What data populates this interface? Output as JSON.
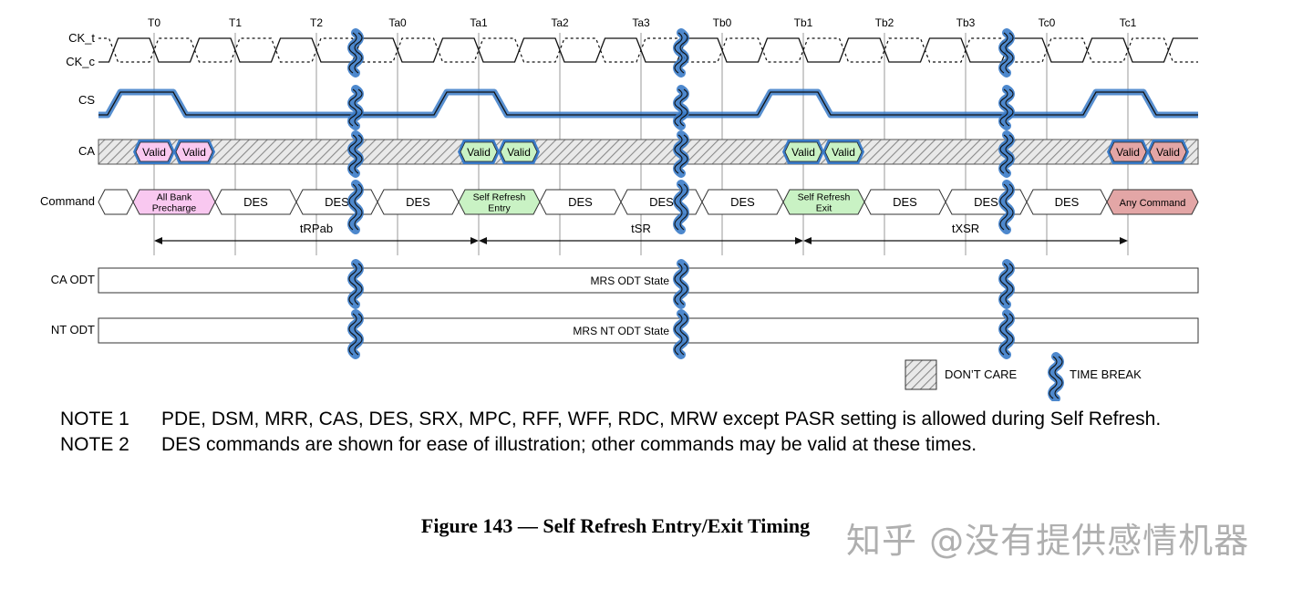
{
  "clock_labels": [
    "T0",
    "T1",
    "T2",
    "Ta0",
    "Ta1",
    "Ta2",
    "Ta3",
    "Tb0",
    "Tb1",
    "Tb2",
    "Tb3",
    "Tc0",
    "Tc1"
  ],
  "signals": {
    "ck_t": "CK_t",
    "ck_c": "CK_c",
    "cs": "CS",
    "ca": "CA",
    "command": "Command",
    "ca_odt": "CA ODT",
    "nt_odt": "NT ODT"
  },
  "ca_labels": [
    "Valid",
    "Valid",
    "Valid",
    "Valid",
    "Valid",
    "Valid",
    "Valid",
    "Valid"
  ],
  "commands": [
    {
      "text": "All Bank\nPrecharge",
      "fill": "#f9c8f0"
    },
    {
      "text": "DES",
      "fill": "#ffffff"
    },
    {
      "text": "DES",
      "fill": "#ffffff"
    },
    {
      "text": "DES",
      "fill": "#ffffff"
    },
    {
      "text": "Self Refresh\nEntry",
      "fill": "#c9f2c4"
    },
    {
      "text": "DES",
      "fill": "#ffffff"
    },
    {
      "text": "DES",
      "fill": "#ffffff"
    },
    {
      "text": "DES",
      "fill": "#ffffff"
    },
    {
      "text": "Self Refresh\nExit",
      "fill": "#c9f2c4"
    },
    {
      "text": "DES",
      "fill": "#ffffff"
    },
    {
      "text": "DES",
      "fill": "#ffffff"
    },
    {
      "text": "DES",
      "fill": "#ffffff"
    },
    {
      "text": "Any Command",
      "fill": "#e3a6a6"
    }
  ],
  "timings": [
    "tRPab",
    "tSR",
    "tXSR"
  ],
  "odt_states": {
    "ca": "MRS ODT State",
    "nt": "MRS NT ODT State"
  },
  "legend": {
    "dont_care": "DON’T CARE",
    "time_break": "TIME BREAK"
  },
  "notes": [
    {
      "label": "NOTE 1",
      "text": "PDE, DSM, MRR, CAS, DES, SRX, MPC, RFF, WFF, RDC, MRW except PASR setting is allowed during Self Refresh."
    },
    {
      "label": "NOTE 2",
      "text": "DES commands are shown for ease of illustration; other commands may be valid at these times."
    }
  ],
  "caption": "Figure 143 — Self Refresh Entry/Exit Timing",
  "watermark": "知乎 @没有提供感情机器",
  "colors": {
    "valid_pink": "#f9c8f0",
    "valid_green": "#c9f2c4",
    "valid_red": "#e3a6a6",
    "break_blue": "#3a7bc8",
    "cs_blue": "#3a7bc8"
  }
}
